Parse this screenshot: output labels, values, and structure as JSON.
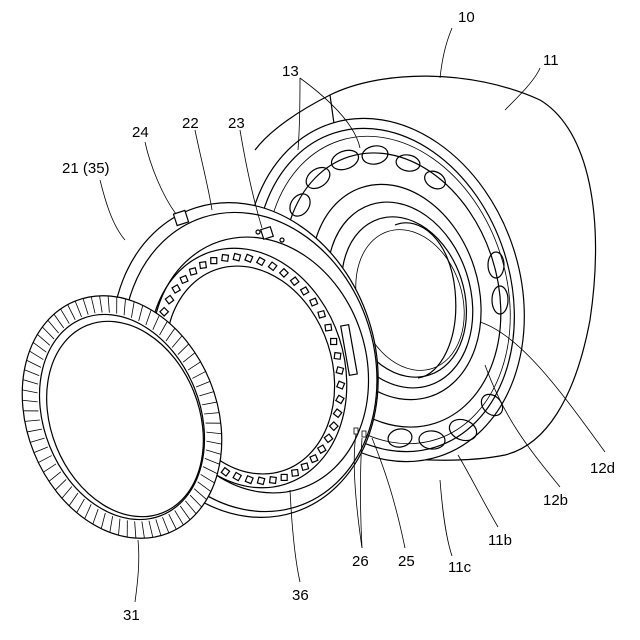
{
  "labels": {
    "l10": "10",
    "l11": "11",
    "l13": "13",
    "l24": "24",
    "l22": "22",
    "l23": "23",
    "l21": "21 (35)",
    "l12d": "12d",
    "l12b": "12b",
    "l11b": "11b",
    "l11c": "11c",
    "l25": "25",
    "l26": "26",
    "l36": "36",
    "l31": "31"
  }
}
